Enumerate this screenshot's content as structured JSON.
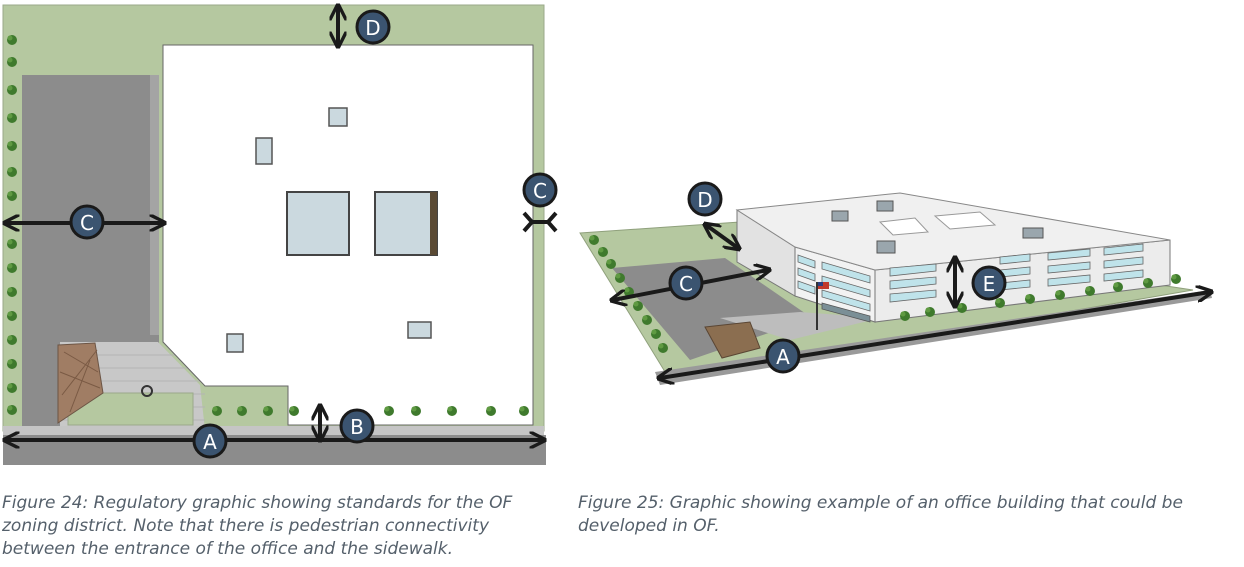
{
  "figure24": {
    "caption": "Figure 24: Regulatory graphic showing standards for the OF zoning district. Note that there is pedestrian connectivity between the entrance of the office and the sidewalk.",
    "labels": {
      "a": "A",
      "b": "B",
      "c_left": "C",
      "c_right": "C",
      "d": "D"
    }
  },
  "figure25": {
    "caption": "Figure 25: Graphic showing example of an office building that could be developed in OF.",
    "labels": {
      "a": "A",
      "c": "C",
      "d": "D",
      "e": "E"
    }
  },
  "colors": {
    "grass": "#b5c8a0",
    "pavement": "#8c8c8c",
    "building": "#ffffff",
    "label_circle": "#3b5470",
    "arrow": "#1a1a1a"
  }
}
